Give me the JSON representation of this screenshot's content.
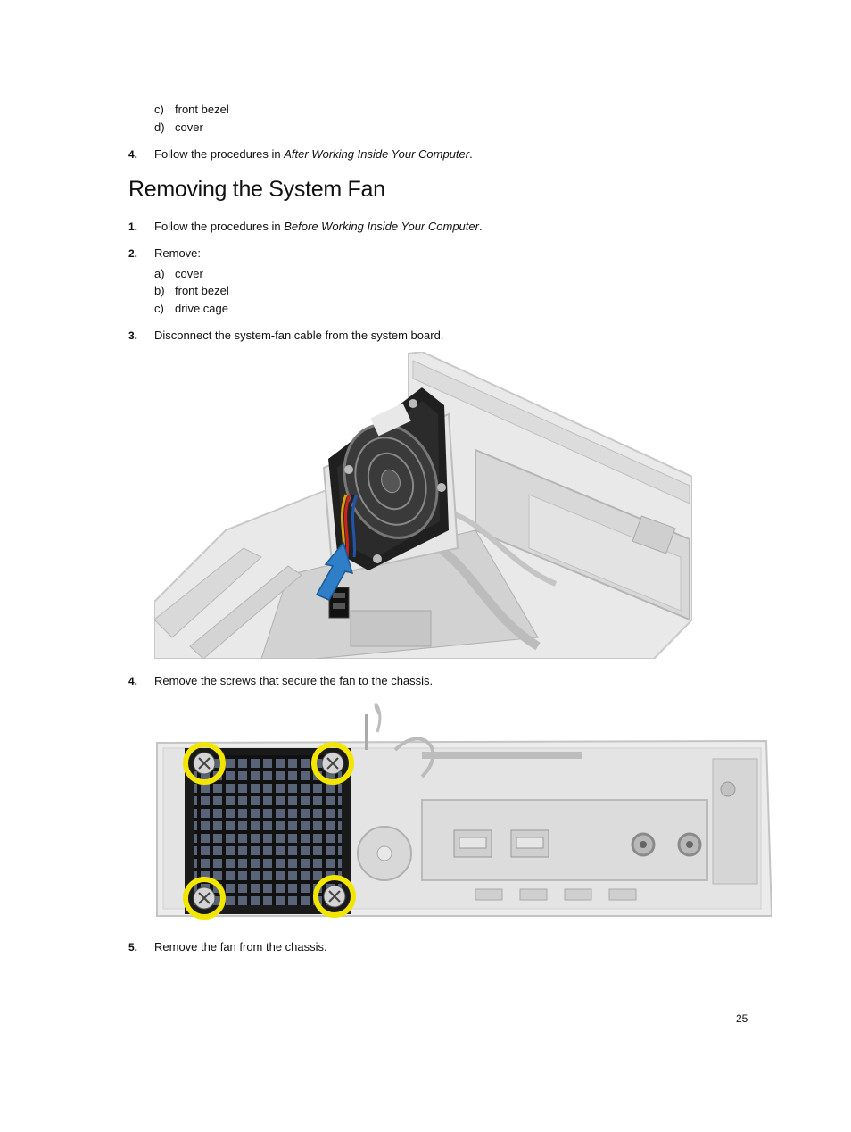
{
  "continued_list": [
    {
      "letter": "c)",
      "text": "front bezel"
    },
    {
      "letter": "d)",
      "text": "cover"
    }
  ],
  "prev_step4": {
    "num": "4.",
    "text_before": "Follow the procedures in ",
    "text_italic": "After Working Inside Your Computer",
    "text_after": "."
  },
  "section_title": "Removing the System Fan",
  "steps": {
    "s1": {
      "num": "1.",
      "text_before": "Follow the procedures in ",
      "text_italic": "Before Working Inside Your Computer",
      "text_after": "."
    },
    "s2": {
      "num": "2.",
      "text": "Remove:"
    },
    "s2_items": [
      {
        "letter": "a)",
        "text": "cover"
      },
      {
        "letter": "b)",
        "text": "front bezel"
      },
      {
        "letter": "c)",
        "text": "drive cage"
      }
    ],
    "s3": {
      "num": "3.",
      "text": "Disconnect the system-fan cable from the system board."
    },
    "s4": {
      "num": "4.",
      "text": "Remove the screws that secure the fan to the chassis."
    },
    "s5": {
      "num": "5.",
      "text": "Remove the fan from the chassis."
    }
  },
  "page_number": "25",
  "colors": {
    "arrow_blue": "#2f7fc8",
    "screw_highlight": "#f2e600",
    "fan_black": "#1a1a1a",
    "chassis_gray": "#cfcfcf"
  }
}
